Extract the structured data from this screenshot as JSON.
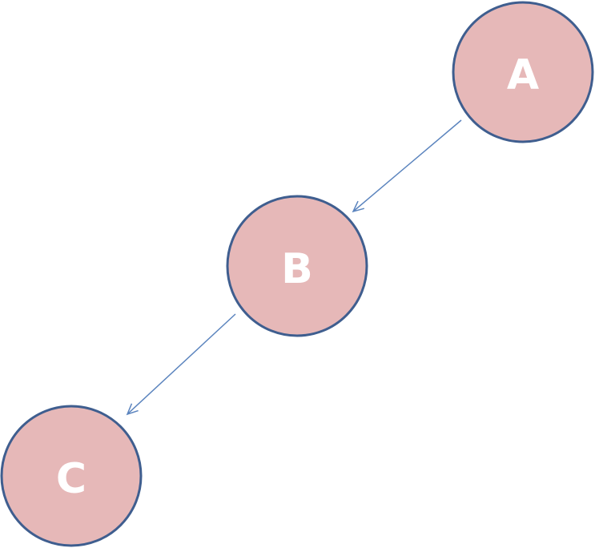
{
  "colors": {
    "node_fill": "#E6B8B8",
    "node_stroke": "#3F5E8F",
    "label_text": "#FFFFFF",
    "edge": "#5B84BE"
  },
  "nodes": [
    {
      "id": "A",
      "label": "A"
    },
    {
      "id": "B",
      "label": "B"
    },
    {
      "id": "C",
      "label": "C"
    }
  ],
  "edges": [
    {
      "from": "A",
      "to": "B"
    },
    {
      "from": "B",
      "to": "C"
    }
  ]
}
